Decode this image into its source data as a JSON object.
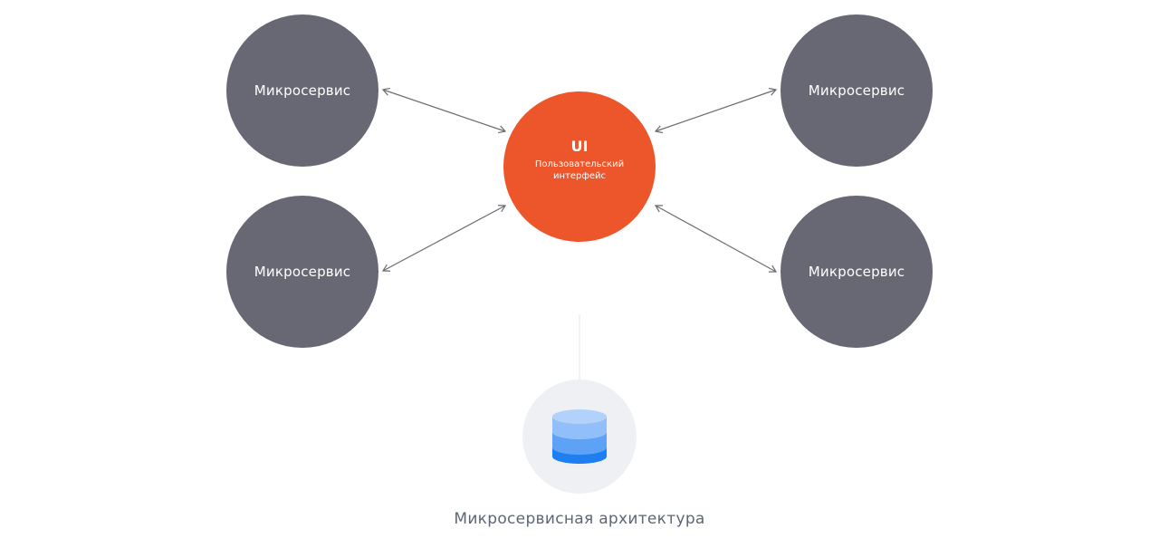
{
  "diagram": {
    "services": [
      {
        "label": "Микросервис"
      },
      {
        "label": "Микросервис"
      },
      {
        "label": "Микросервис"
      },
      {
        "label": "Микросервис"
      }
    ],
    "ui": {
      "title": "UI",
      "subtitle": "Пользовательский интерфейс"
    },
    "database": {
      "icon": "database-icon"
    },
    "caption": "Микросервисная архитектура"
  },
  "colors": {
    "service": "#686874",
    "ui": "#ed552b",
    "database_bg": "#eef0f3",
    "arrow": "#6b6b73",
    "caption": "#5e6675",
    "db_top": "#b3d2fb",
    "db_mid": "#5ea2f7",
    "db_bottom": "#1f7ef0"
  }
}
